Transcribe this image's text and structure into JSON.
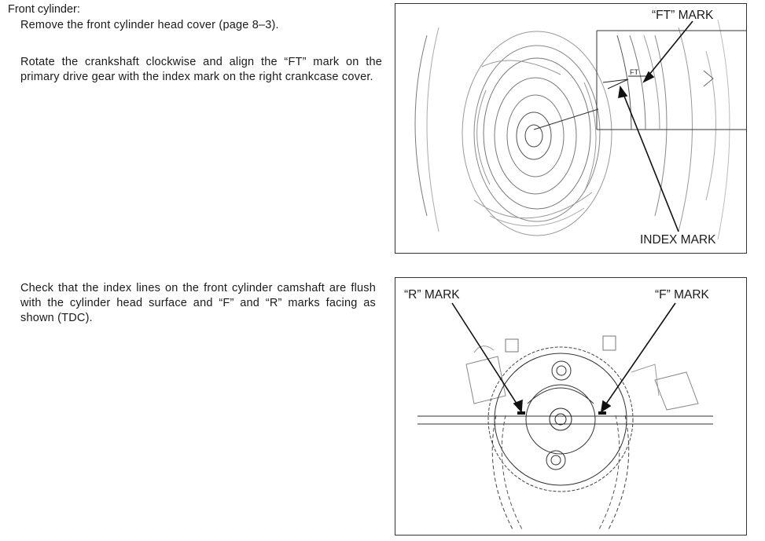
{
  "instructions": {
    "heading": "Front cylinder:",
    "step1": "Remove the front cylinder head cover (page 8–3).",
    "step2": "Rotate the crankshaft clockwise and align the “FT” mark on the primary drive gear with the index mark on the right crankcase cover.",
    "step3": "Check that the index lines on the front cylinder camshaft are flush with the cylinder head surface and “F” and “R” marks facing as shown (TDC)."
  },
  "figure1": {
    "ft_mark_label": "“FT” MARK",
    "index_mark_label": "INDEX MARK",
    "gear_inscription": "FT"
  },
  "figure2": {
    "r_mark_label": "“R” MARK",
    "f_mark_label": "“F” MARK"
  }
}
